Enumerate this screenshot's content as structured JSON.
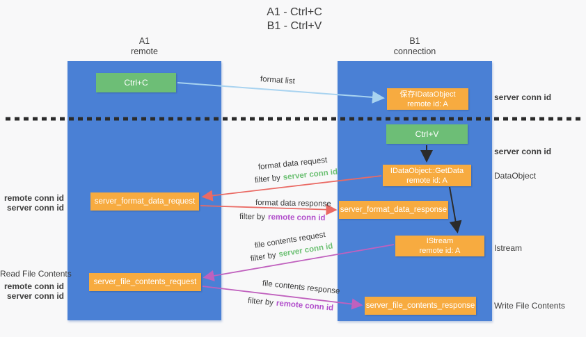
{
  "title": {
    "line1": "A1 - Ctrl+C",
    "line2": "B1 - Ctrl+V"
  },
  "lifelines": {
    "a1": {
      "name": "A1",
      "role": "remote"
    },
    "b1": {
      "name": "B1",
      "role": "connection"
    }
  },
  "nodes": {
    "ctrl_c": {
      "label": "Ctrl+C"
    },
    "ctrl_v": {
      "label": "Ctrl+V"
    },
    "save_dataobject": {
      "line1": "保存IDataObject",
      "line2": "remote id: A"
    },
    "getdata": {
      "line1": "IDataObject::GetData",
      "line2": "remote id: A"
    },
    "istream": {
      "line1": "IStream",
      "line2": "remote id: A"
    },
    "server_format_data_request": {
      "label": "server_format_data_request"
    },
    "server_format_data_response": {
      "label": "server_format_data_response"
    },
    "server_file_contents_request": {
      "label": "server_file_contents_request"
    },
    "server_file_contents_response": {
      "label": "server_file_contents_response"
    }
  },
  "arrow_labels": {
    "format_list": "format list",
    "format_data_request": "format data request",
    "format_data_response": "format data response",
    "file_contents_request": "file contents request",
    "file_contents_response": "file contents response",
    "filter_by": "filter by",
    "server_conn_id": "server conn id",
    "remote_conn_id": "remote conn id"
  },
  "left_annotations": {
    "remote_conn_id_1": "remote conn id",
    "server_conn_id_1": "server conn id",
    "read_file_contents": "Read File Contents",
    "remote_conn_id_2": "remote conn id",
    "server_conn_id_2": "server conn id"
  },
  "right_annotations": {
    "server_conn_id_top": "server conn id",
    "server_conn_id_mid": "server conn id",
    "dataobject": "DataObject",
    "istream": "Istream",
    "write_file_contents": "Write File Contents"
  },
  "colors": {
    "column_blue": "#4a80d5",
    "box_green": "#6dbe76",
    "box_orange": "#f7ab40",
    "arrow_blue": "#a8d3f0",
    "arrow_red": "#ea6a64",
    "arrow_magenta": "#c061be",
    "arrow_black": "#2b2b2b",
    "text_green": "#6cc073",
    "text_purple": "#b14ecb",
    "text_dark": "#3c3c3c",
    "background": "#f8f8f9"
  }
}
